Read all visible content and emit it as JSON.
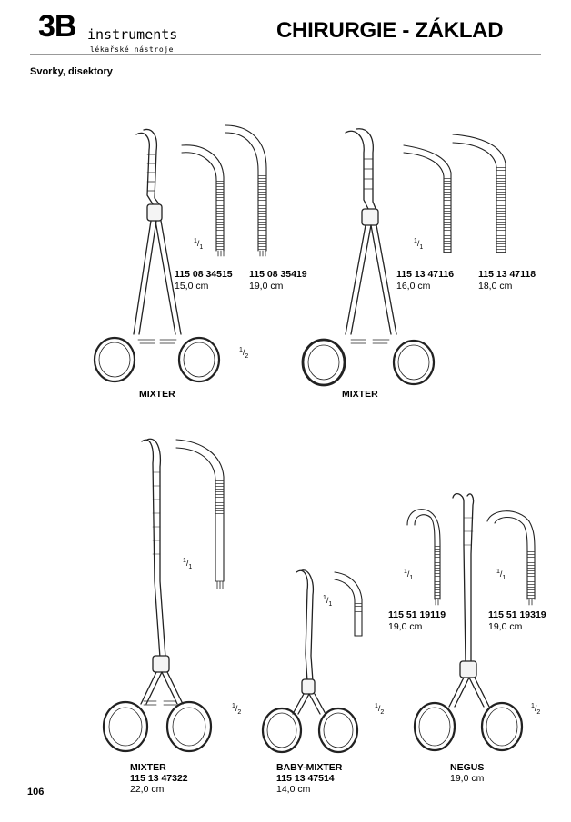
{
  "header": {
    "brand_mark": "3B",
    "brand_word": "instruments",
    "brand_tagline": "lékařské nástroje",
    "title": "CHIRURGIE - ZÁKLAD"
  },
  "section": "Svorky, disektory",
  "page_number": "106",
  "scale_labels": {
    "full_num": "1",
    "full_den": "1",
    "half_num": "1",
    "half_den": "2"
  },
  "products": {
    "mixter_a": {
      "name": "MIXTER",
      "variants": [
        {
          "code": "115 08 34515",
          "length": "15,0 cm"
        },
        {
          "code": "115 08 35419",
          "length": "19,0 cm"
        }
      ]
    },
    "mixter_b": {
      "name": "MIXTER",
      "variants": [
        {
          "code": "115 13 47116",
          "length": "16,0 cm"
        },
        {
          "code": "115 13 47118",
          "length": "18,0 cm"
        }
      ]
    },
    "mixter_c": {
      "name": "MIXTER",
      "code": "115 13 47322",
      "length": "22,0 cm"
    },
    "baby_mixter": {
      "name": "BABY-MIXTER",
      "code": "115 13 47514",
      "length": "14,0 cm"
    },
    "negus": {
      "name": "NEGUS",
      "length": "19,0 cm",
      "variants": [
        {
          "code": "115 51 19119",
          "length": "19,0 cm"
        },
        {
          "code": "115 51 19319",
          "length": "19,0 cm"
        }
      ]
    }
  }
}
